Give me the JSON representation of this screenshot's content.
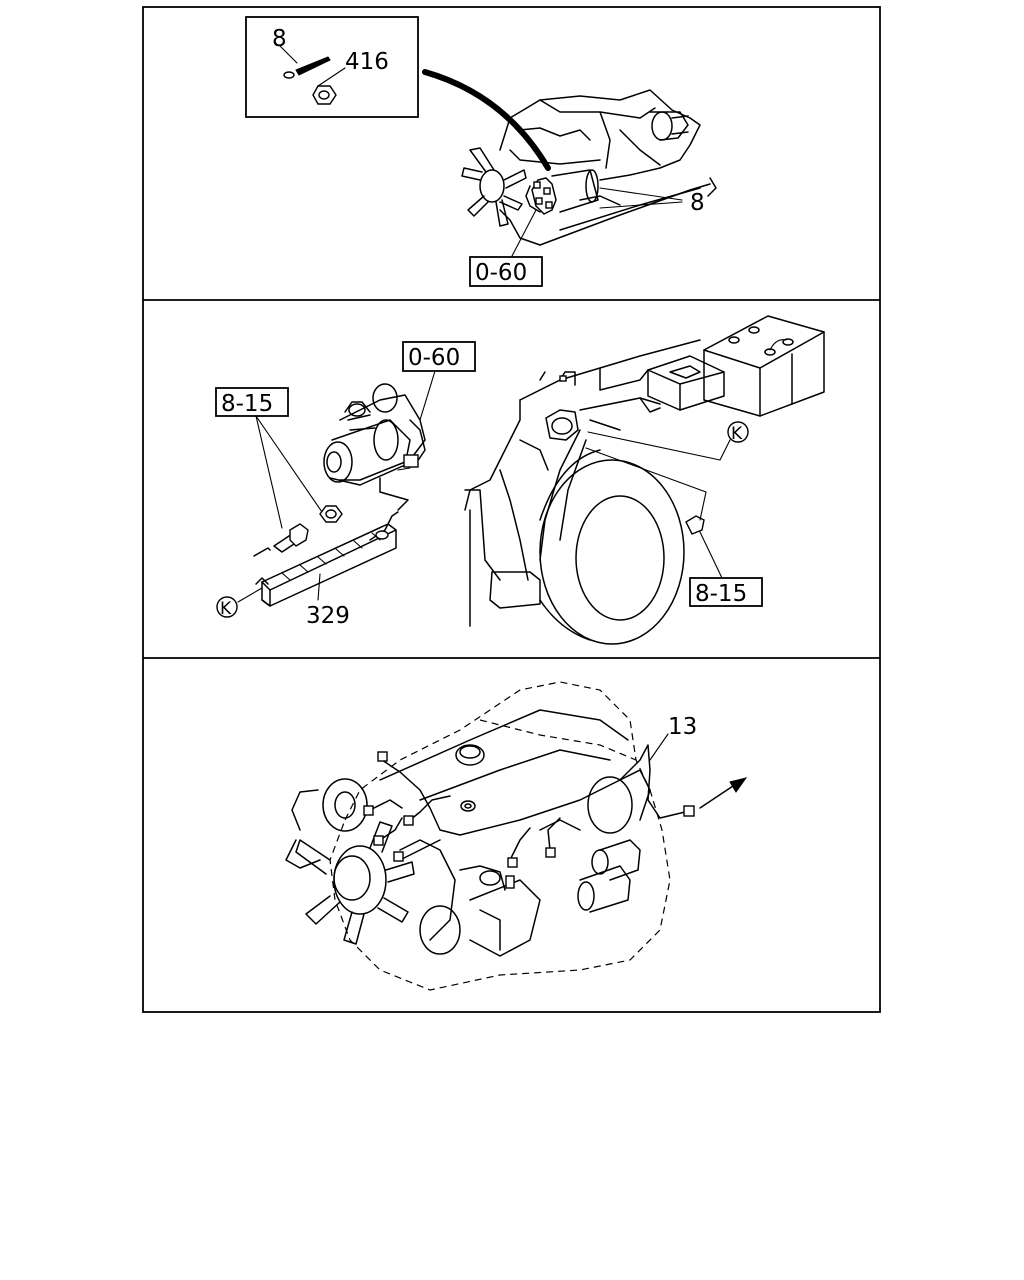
{
  "panels": {
    "top": {
      "inset_labels": {
        "bolt": "8",
        "nut": "416"
      },
      "callout_starter": "8",
      "ref_box": "0-60"
    },
    "middle": {
      "ref_box_starter": "0-60",
      "ref_box_bolts": "8-15",
      "ref_box_frame": "8-15",
      "callout_harness": "329",
      "connector_marker_left": "K",
      "connector_marker_right": "K"
    },
    "bottom": {
      "callout_harness": "13"
    }
  }
}
